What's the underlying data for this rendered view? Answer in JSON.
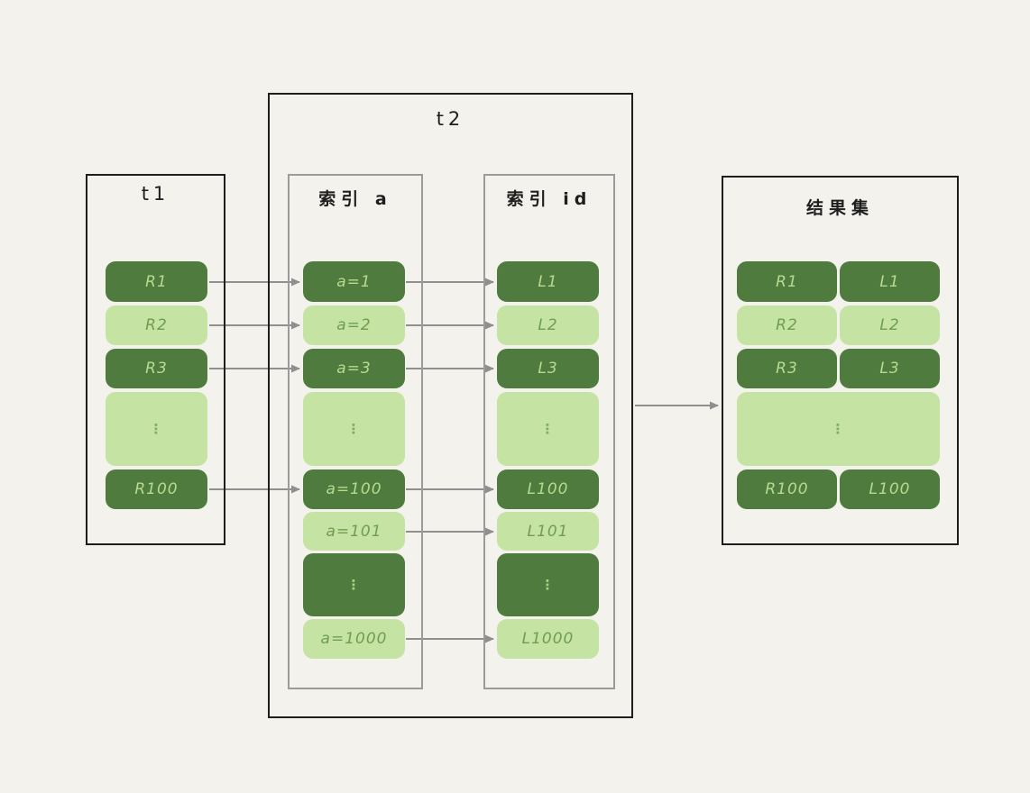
{
  "colors": {
    "background": "#f4f2ec",
    "dark_block": "#4f7c3e",
    "light_block": "#c5e3a2",
    "text_on_dark": "#b7da8e",
    "text_on_light": "#6f9d52",
    "outer_border": "#1e1e1e",
    "inner_border": "#9b9b9b",
    "arrow": "#8f8f8f"
  },
  "t1": {
    "title": "t1",
    "rows": [
      "R1",
      "R2",
      "R3",
      "⋮",
      "R100"
    ]
  },
  "t2": {
    "title": "t2",
    "index_a": {
      "title": "索引 a",
      "rows": [
        "a=1",
        "a=2",
        "a=3",
        "⋮",
        "a=100",
        "a=101",
        "⋮",
        "a=1000"
      ]
    },
    "index_id": {
      "title": "索引 id",
      "rows": [
        "L1",
        "L2",
        "L3",
        "⋮",
        "L100",
        "L101",
        "⋮",
        "L1000"
      ]
    }
  },
  "result": {
    "title": "结果集",
    "rows": [
      {
        "left": "R1",
        "right": "L1"
      },
      {
        "left": "R2",
        "right": "L2"
      },
      {
        "left": "R3",
        "right": "L3"
      },
      {
        "dots": "⋮"
      },
      {
        "left": "R100",
        "right": "L100"
      }
    ]
  }
}
